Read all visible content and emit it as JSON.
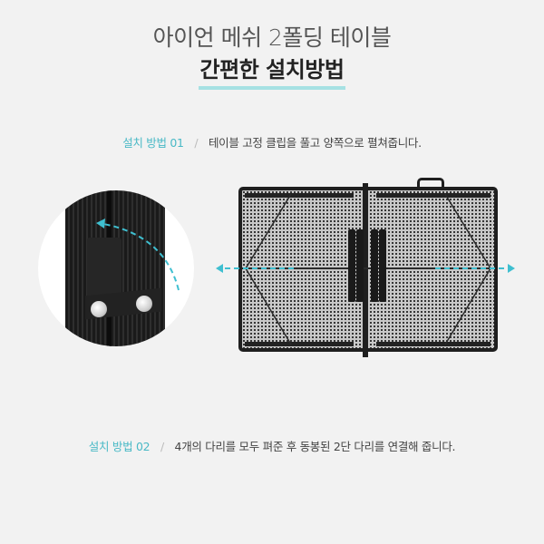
{
  "header": {
    "title": "아이언 메쉬 2폴딩 테이블",
    "subtitle": "간편한 설치방법",
    "accent_underline_color": "#a6e1e3"
  },
  "steps": [
    {
      "label": "설치 방법 01",
      "separator": "/",
      "text": "테이블 고정 클립을 풀고 양쪽으로 펼쳐줍니다."
    },
    {
      "label": "설치 방법 02",
      "separator": "/",
      "text": "4개의 다리를 모두 펴준 후 동봉된 2단 다리를 연결해 줍니다."
    }
  ],
  "images": {
    "clip_closeup": "folding-table-clip-closeup",
    "folded_table": "folding-table-top-view-mesh"
  },
  "colors": {
    "background": "#f2f2f2",
    "step_label": "#49b9c6",
    "arrow": "#3fbfd0"
  }
}
